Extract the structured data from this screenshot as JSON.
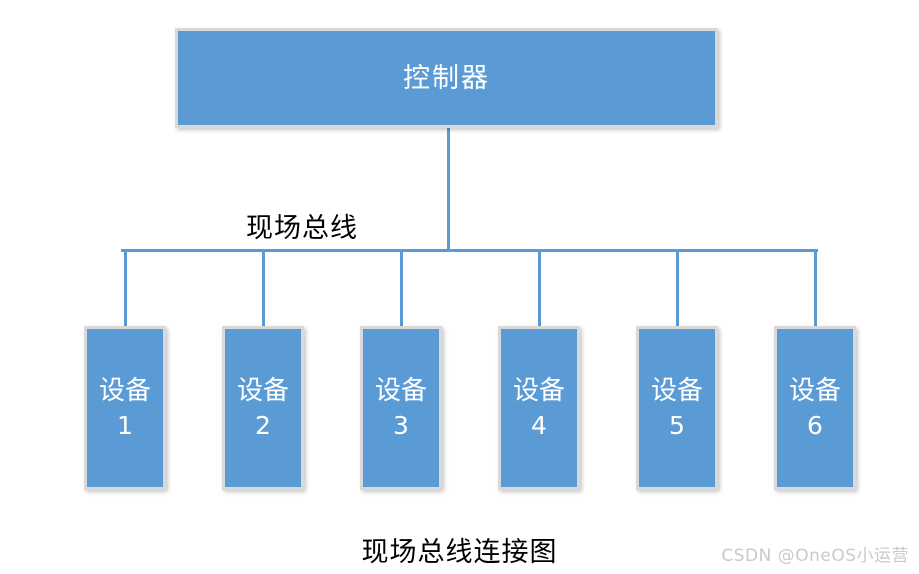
{
  "diagram": {
    "background_color": "#ffffff",
    "node_fill_color": "#5B9BD5",
    "node_border_color": "#d9d9d9",
    "line_color": "#5B9BD5",
    "text_color_on_node": "#ffffff",
    "text_color_label": "#000000",
    "controller": {
      "label": "控制器"
    },
    "bus": {
      "label": "现场总线"
    },
    "devices": [
      {
        "name": "设备",
        "number": "1"
      },
      {
        "name": "设备",
        "number": "2"
      },
      {
        "name": "设备",
        "number": "3"
      },
      {
        "name": "设备",
        "number": "4"
      },
      {
        "name": "设备",
        "number": "5"
      },
      {
        "name": "设备",
        "number": "6"
      }
    ],
    "caption": "现场总线连接图",
    "watermark": "CSDN @OneOS小运营"
  }
}
